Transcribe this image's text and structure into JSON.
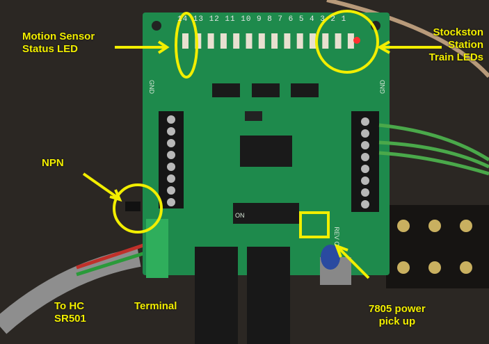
{
  "annotations": {
    "motion_sensor_line1": "Motion Sensor",
    "motion_sensor_line2": "Status LED",
    "stockston_line1": "Stockston",
    "stockston_line2": "Station",
    "stockston_line3": "Train LEDs",
    "npn": "NPN",
    "to_hc_line1": "To HC",
    "to_hc_line2": "SR501",
    "terminal": "Terminal",
    "power_line1": "7805 power",
    "power_line2": "pick up"
  },
  "board": {
    "led_numbers": "14 13 12 11 10 9 8 7 6 5 4 3 2 1",
    "gnd_left": "GND",
    "gnd_right": "GND",
    "switch_label": "ON",
    "rev_label": "REV C"
  },
  "colors": {
    "annotation": "#f2ee00",
    "board": "#1e8a4c",
    "background": "#2b2723"
  }
}
